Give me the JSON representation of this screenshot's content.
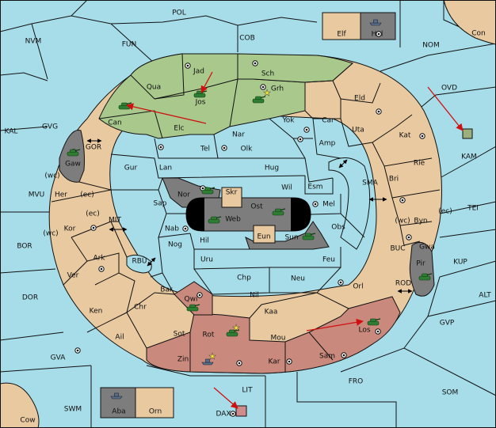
{
  "colors": {
    "sea": "#a7dde9",
    "land": "#e8c9a0",
    "green_power": "#a8c88c",
    "red_power": "#c9897c",
    "gray_power": "#7d7d7d",
    "black": "#000000",
    "order_arrow": "#d01010",
    "unit_green": "#2e7d32"
  },
  "icons": {
    "supply_center": "supply-center-dot-icon",
    "army": "tank-unit-icon",
    "fleet": "ship-unit-icon",
    "home_star": "star-icon",
    "double_arrow": "double-arrow-icon"
  },
  "provinces": [
    {
      "id": "pol",
      "label": "POL"
    },
    {
      "id": "nvm",
      "label": "NVM"
    },
    {
      "id": "fun",
      "label": "FUN"
    },
    {
      "id": "cob",
      "label": "COB"
    },
    {
      "id": "elf",
      "label": "Elf"
    },
    {
      "id": "hel",
      "label": "Hel"
    },
    {
      "id": "con",
      "label": "Con"
    },
    {
      "id": "nom",
      "label": "NOM"
    },
    {
      "id": "ovd",
      "label": "OVD"
    },
    {
      "id": "kal",
      "label": "KAL"
    },
    {
      "id": "gvg",
      "label": "GVG"
    },
    {
      "id": "gor",
      "label": "GOR"
    },
    {
      "id": "gaw",
      "label": "Gaw"
    },
    {
      "id": "mvu",
      "label": "MVU"
    },
    {
      "id": "her",
      "label": "Her"
    },
    {
      "id": "wc1",
      "label": "(wc)"
    },
    {
      "id": "ec1",
      "label": "(ec)"
    },
    {
      "id": "bor",
      "label": "BOR"
    },
    {
      "id": "wc2",
      "label": "(wc)"
    },
    {
      "id": "ec2",
      "label": "(ec)"
    },
    {
      "id": "kor",
      "label": "Kor"
    },
    {
      "id": "mit",
      "label": "MIT"
    },
    {
      "id": "ark",
      "label": "Ark"
    },
    {
      "id": "rbu",
      "label": "RBU"
    },
    {
      "id": "ver",
      "label": "Ver"
    },
    {
      "id": "dor",
      "label": "DOR"
    },
    {
      "id": "ken",
      "label": "Ken"
    },
    {
      "id": "ail",
      "label": "Ail"
    },
    {
      "id": "chr",
      "label": "Chr"
    },
    {
      "id": "gva",
      "label": "GVA"
    },
    {
      "id": "swm",
      "label": "SWM"
    },
    {
      "id": "cow",
      "label": "Cow"
    },
    {
      "id": "aba",
      "label": "Aba"
    },
    {
      "id": "orn",
      "label": "Orn"
    },
    {
      "id": "lit",
      "label": "LIT"
    },
    {
      "id": "dax",
      "label": "DAX"
    },
    {
      "id": "fro",
      "label": "FRO"
    },
    {
      "id": "som",
      "label": "SOM"
    },
    {
      "id": "gvp",
      "label": "GVP"
    },
    {
      "id": "alt",
      "label": "ALT"
    },
    {
      "id": "kup",
      "label": "KUP"
    },
    {
      "id": "tei",
      "label": "TEI"
    },
    {
      "id": "kam",
      "label": "KAM"
    },
    {
      "id": "sma",
      "label": "SMA"
    },
    {
      "id": "buc",
      "label": "BUC"
    },
    {
      "id": "rod",
      "label": "ROD"
    },
    {
      "id": "pir",
      "label": "Pir"
    },
    {
      "id": "gwa",
      "label": "Gwa"
    },
    {
      "id": "wc3",
      "label": "(wc)"
    },
    {
      "id": "ec3",
      "label": "(ec)"
    },
    {
      "id": "byn",
      "label": "Byn"
    },
    {
      "id": "bri",
      "label": "Bri"
    },
    {
      "id": "rie",
      "label": "Rie"
    },
    {
      "id": "kat",
      "label": "Kat"
    },
    {
      "id": "uta",
      "label": "Uta"
    },
    {
      "id": "eld",
      "label": "Eld"
    },
    {
      "id": "car",
      "label": "Car"
    },
    {
      "id": "amp",
      "label": "Amp"
    },
    {
      "id": "yok",
      "label": "Yok"
    },
    {
      "id": "sch",
      "label": "Sch"
    },
    {
      "id": "jad",
      "label": "Jad"
    },
    {
      "id": "qua",
      "label": "Qua"
    },
    {
      "id": "jos",
      "label": "Jos"
    },
    {
      "id": "grh",
      "label": "Grh"
    },
    {
      "id": "can",
      "label": "Can"
    },
    {
      "id": "elc",
      "label": "Elc"
    },
    {
      "id": "nar",
      "label": "Nar"
    },
    {
      "id": "tel",
      "label": "Tel"
    },
    {
      "id": "olk",
      "label": "Olk"
    },
    {
      "id": "gur",
      "label": "Gur"
    },
    {
      "id": "lan",
      "label": "Lan"
    },
    {
      "id": "hug",
      "label": "Hug"
    },
    {
      "id": "wil",
      "label": "Wil"
    },
    {
      "id": "esm",
      "label": "Esm"
    },
    {
      "id": "nor",
      "label": "Nor"
    },
    {
      "id": "skr",
      "label": "Skr"
    },
    {
      "id": "ost",
      "label": "Ost"
    },
    {
      "id": "web",
      "label": "Web"
    },
    {
      "id": "mel",
      "label": "Mel"
    },
    {
      "id": "sap",
      "label": "Sap"
    },
    {
      "id": "nab",
      "label": "Nab"
    },
    {
      "id": "eun",
      "label": "Eun"
    },
    {
      "id": "sun",
      "label": "Sun"
    },
    {
      "id": "obs",
      "label": "Obs"
    },
    {
      "id": "hil",
      "label": "Hil"
    },
    {
      "id": "nog",
      "label": "Nog"
    },
    {
      "id": "uru",
      "label": "Uru"
    },
    {
      "id": "feu",
      "label": "Feu"
    },
    {
      "id": "chp",
      "label": "Chp"
    },
    {
      "id": "neu",
      "label": "Neu"
    },
    {
      "id": "bar",
      "label": "Bar"
    },
    {
      "id": "nil",
      "label": "Nil"
    },
    {
      "id": "orl",
      "label": "Orl"
    },
    {
      "id": "qwi",
      "label": "Qwi"
    },
    {
      "id": "kaa",
      "label": "Kaa"
    },
    {
      "id": "rot",
      "label": "Rot"
    },
    {
      "id": "los",
      "label": "Los"
    },
    {
      "id": "sot",
      "label": "Sot"
    },
    {
      "id": "mou",
      "label": "Mou"
    },
    {
      "id": "zin",
      "label": "Zin"
    },
    {
      "id": "kar",
      "label": "Kar"
    },
    {
      "id": "sam",
      "label": "Sam"
    }
  ]
}
